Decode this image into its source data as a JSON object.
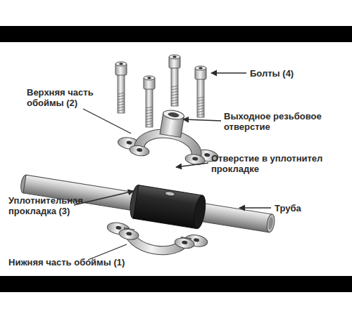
{
  "diagram": {
    "labels": [
      "Болты (4)",
      "Верхняя часть обоймы (2)",
      "Выходное резьбовое отверстие",
      "Отверстие в уплотнител прокладке",
      "Уплотнительная прокладка (3)",
      "Труба",
      "Нижняя часть обоймы (1)"
    ]
  }
}
